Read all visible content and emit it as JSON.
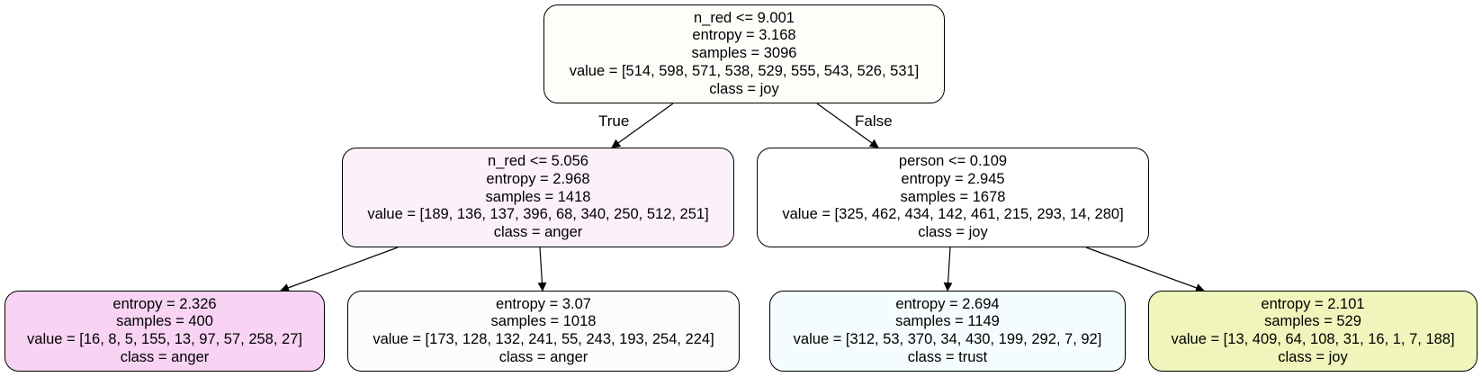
{
  "tree": {
    "nodes": [
      {
        "id": "root",
        "color": "#fdfdfa",
        "lines": [
          "n_red <= 9.001",
          "entropy = 3.168",
          "samples = 3096",
          "value = [514, 598, 571, 538, 529, 555, 543, 526, 531]",
          "class = joy"
        ]
      },
      {
        "id": "left",
        "color": "#fcf0fa",
        "lines": [
          "n_red <= 5.056",
          "entropy = 2.968",
          "samples = 1418",
          "value = [189, 136, 137, 396, 68, 340, 250, 512, 251]",
          "class = anger"
        ]
      },
      {
        "id": "right",
        "color": "#ffffff",
        "lines": [
          "person <= 0.109",
          "entropy = 2.945",
          "samples = 1678",
          "value = [325, 462, 434, 142, 461, 215, 293, 14, 280]",
          "class = joy"
        ]
      },
      {
        "id": "leaf-1",
        "color": "#f8d3f3",
        "lines": [
          "entropy = 2.326",
          "samples = 400",
          "value = [16, 8, 5, 155, 13, 97, 57, 258, 27]",
          "class = anger"
        ]
      },
      {
        "id": "leaf-2",
        "color": "#fcfcfc",
        "lines": [
          "entropy = 3.07",
          "samples = 1018",
          "value = [173, 128, 132, 241, 55, 243, 193, 254, 224]",
          "class = anger"
        ]
      },
      {
        "id": "leaf-3",
        "color": "#f4fcfd",
        "lines": [
          "entropy = 2.694",
          "samples = 1149",
          "value = [312, 53, 370, 34, 430, 199, 292, 7, 92]",
          "class = trust"
        ]
      },
      {
        "id": "leaf-4",
        "color": "#f0f6bb",
        "lines": [
          "entropy = 2.101",
          "samples = 529",
          "value = [13, 409, 64, 108, 31, 16, 1, 7, 188]",
          "class = joy"
        ]
      }
    ],
    "edges": [
      {
        "from": "root",
        "to": "left",
        "label": "True"
      },
      {
        "from": "root",
        "to": "right",
        "label": "False"
      },
      {
        "from": "left",
        "to": "leaf-1",
        "label": ""
      },
      {
        "from": "left",
        "to": "leaf-2",
        "label": ""
      },
      {
        "from": "right",
        "to": "leaf-3",
        "label": ""
      },
      {
        "from": "right",
        "to": "leaf-4",
        "label": ""
      }
    ]
  }
}
